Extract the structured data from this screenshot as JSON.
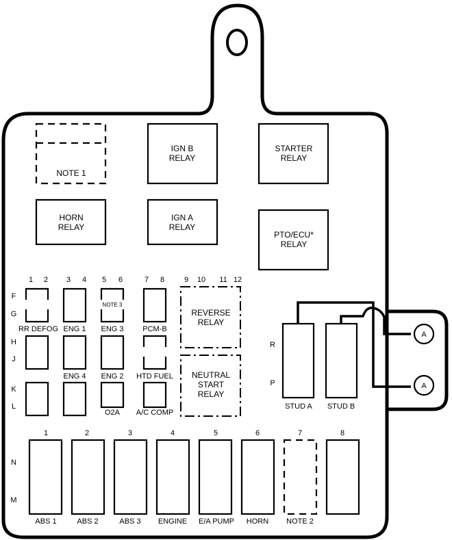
{
  "diagram": {
    "type": "fuse-relay-box-layout",
    "colors": {
      "line": "#000000",
      "background": "#ffffff"
    },
    "top_relays": [
      {
        "id": "note1",
        "label_lines": [
          "NOTE 1"
        ],
        "style": "dashed"
      },
      {
        "id": "ign-b",
        "label_lines": [
          "IGN B",
          "RELAY"
        ],
        "style": "solid"
      },
      {
        "id": "starter",
        "label_lines": [
          "STARTER",
          "RELAY"
        ],
        "style": "solid"
      },
      {
        "id": "horn",
        "label_lines": [
          "HORN",
          "RELAY"
        ],
        "style": "solid"
      },
      {
        "id": "ign-a",
        "label_lines": [
          "IGN A",
          "RELAY"
        ],
        "style": "solid"
      },
      {
        "id": "pto-ecu",
        "label_lines": [
          "PTO/ECU*",
          "RELAY"
        ],
        "style": "solid"
      }
    ],
    "mini_fuse_grid": {
      "column_numbers": [
        "1",
        "2",
        "3",
        "4",
        "5",
        "6",
        "7",
        "8",
        "9",
        "10",
        "11",
        "12"
      ],
      "row_letters": [
        "F",
        "G",
        "H",
        "J",
        "K",
        "L"
      ],
      "fuses": [
        {
          "id": "rr-defog",
          "label": "RR DEFOG",
          "style": "dashed-corners"
        },
        {
          "id": "eng1",
          "label": "ENG 1",
          "style": "solid"
        },
        {
          "id": "eng3",
          "label": "ENG 3",
          "inner_note": "NOTE 3",
          "style": "dashed-corners"
        },
        {
          "id": "pcm-b",
          "label": "PCM-B",
          "style": "solid"
        },
        {
          "id": "h1",
          "label": "",
          "style": "solid"
        },
        {
          "id": "eng4",
          "label": "ENG 4",
          "style": "solid"
        },
        {
          "id": "eng2",
          "label": "ENG 2",
          "style": "solid"
        },
        {
          "id": "htd-fuel",
          "label": "HTD FUEL",
          "style": "dashed-corners"
        },
        {
          "id": "k1",
          "label": "",
          "style": "solid"
        },
        {
          "id": "k2",
          "label": "",
          "style": "solid"
        },
        {
          "id": "o2a",
          "label": "O2A",
          "style": "solid"
        },
        {
          "id": "ac-comp",
          "label": "A/C COMP",
          "style": "solid"
        }
      ]
    },
    "mid_relays": [
      {
        "id": "reverse",
        "label_lines": [
          "REVERSE",
          "RELAY"
        ]
      },
      {
        "id": "neutral-start",
        "label_lines": [
          "NEUTRAL",
          "START",
          "RELAY"
        ]
      }
    ],
    "studs": {
      "row_letters": [
        "R",
        "P"
      ],
      "items": [
        {
          "id": "stud-a",
          "label": "STUD A"
        },
        {
          "id": "stud-b",
          "label": "STUD B"
        }
      ],
      "terminals": [
        {
          "id": "terminal-top",
          "label": "A"
        },
        {
          "id": "terminal-bottom",
          "label": "A"
        }
      ]
    },
    "maxi_fuses": {
      "row_letters": [
        "N",
        "M"
      ],
      "items": [
        {
          "number": "1",
          "label": "ABS 1",
          "style": "solid"
        },
        {
          "number": "2",
          "label": "ABS 2",
          "style": "solid"
        },
        {
          "number": "3",
          "label": "ABS 3",
          "style": "solid"
        },
        {
          "number": "4",
          "label": "ENGINE",
          "style": "solid"
        },
        {
          "number": "5",
          "label": "E/A PUMP",
          "style": "solid"
        },
        {
          "number": "6",
          "label": "HORN",
          "style": "solid"
        },
        {
          "number": "7",
          "label": "NOTE 2",
          "style": "dashed"
        },
        {
          "number": "8",
          "label": "",
          "style": "solid"
        }
      ]
    }
  }
}
